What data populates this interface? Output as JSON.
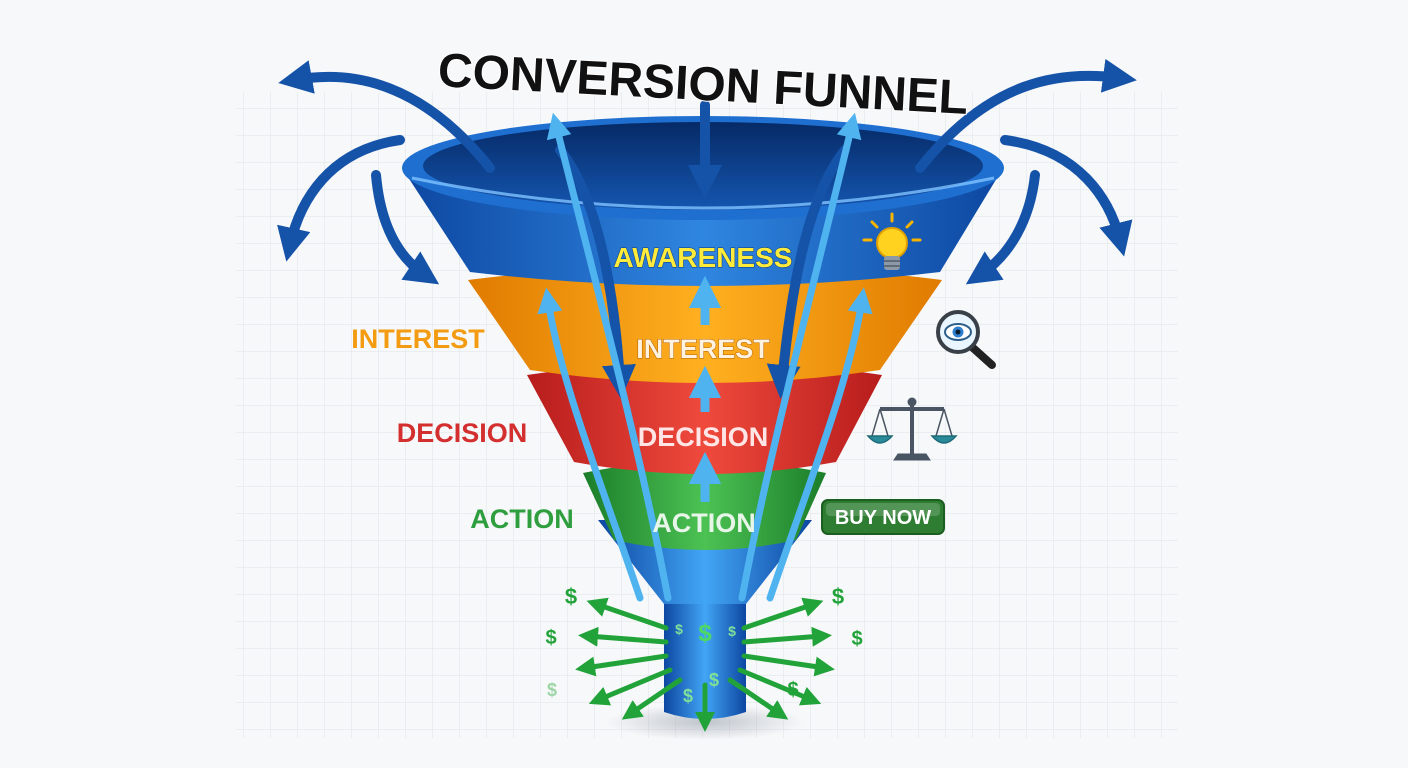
{
  "title": "CONVERSION FUNNEL",
  "stages": [
    {
      "label": "AWARENESS",
      "color": "#1565c0",
      "text_color": "#ffeb3b"
    },
    {
      "label": "INTEREST",
      "color": "#ff9800",
      "text_color": "#fff3e0"
    },
    {
      "label": "DECISION",
      "color": "#e53935",
      "text_color": "#ffe5e5"
    },
    {
      "label": "ACTION",
      "color": "#43a047",
      "text_color": "#e8f5e9"
    }
  ],
  "side_labels": [
    {
      "label": "INTEREST",
      "color": "#f39c12"
    },
    {
      "label": "DECISION",
      "color": "#d32f2f"
    },
    {
      "label": "ACTION",
      "color": "#2e9e3e"
    }
  ],
  "icons": {
    "awareness": "lightbulb-icon",
    "interest": "magnifier-eye-icon",
    "decision": "balance-scale-icon"
  },
  "buy_button": {
    "label": "BUY NOW",
    "color": "#2e7d32"
  },
  "money_symbol": "$",
  "colors": {
    "arrow_blue": "#1553a8",
    "arrow_light": "#4fb3f0",
    "money_green": "#22a33a"
  }
}
